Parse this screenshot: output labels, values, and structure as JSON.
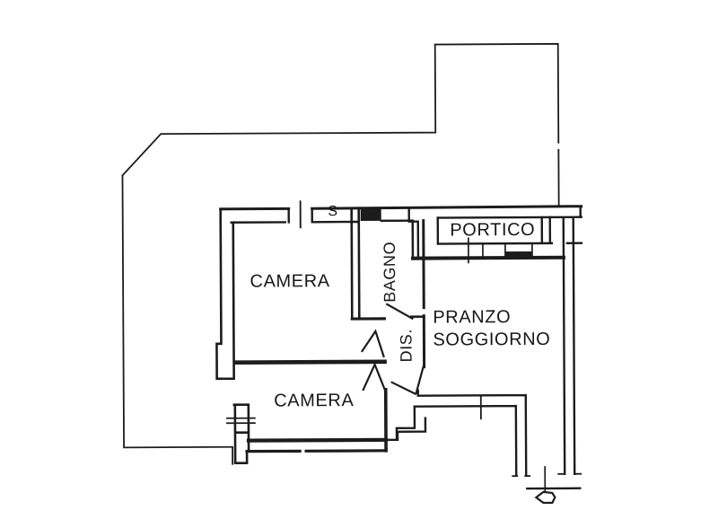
{
  "document": {
    "type": "scanned-floor-plan",
    "paper_color": "#ffffff",
    "ink_color": "#1c1c1c"
  },
  "plan": {
    "rooms": [
      {
        "id": "camera-1",
        "label": "CAMERA"
      },
      {
        "id": "bagno",
        "label": "BAGNO",
        "orientation": "vertical"
      },
      {
        "id": "portico",
        "label": "PORTICO"
      },
      {
        "id": "pranzo-soggiorno",
        "label_line1": "PRANZO",
        "label_line2": "SOGGIORNO"
      },
      {
        "id": "dis",
        "label": "DIS.",
        "orientation": "vertical"
      },
      {
        "id": "camera-2",
        "label": "CAMERA"
      }
    ],
    "annotations": [
      {
        "id": "s-window-mark",
        "label": "S"
      }
    ],
    "symbols": [
      {
        "id": "boundary-marker",
        "shape": "pentagon"
      }
    ]
  }
}
